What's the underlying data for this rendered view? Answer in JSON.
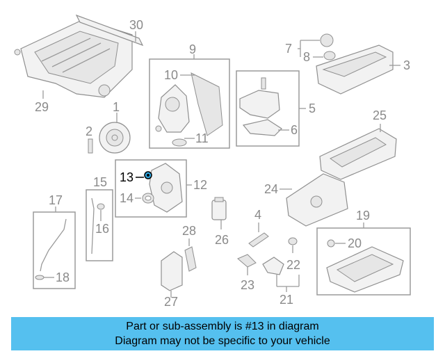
{
  "diagram": {
    "labels": {
      "l1": "1",
      "l2": "2",
      "l3": "3",
      "l4": "4",
      "l5": "5",
      "l6": "6",
      "l7": "7",
      "l8": "8",
      "l9": "9",
      "l10": "10",
      "l11": "11",
      "l12": "12",
      "l13": "13",
      "l14": "14",
      "l15": "15",
      "l16": "16",
      "l17": "17",
      "l18": "18",
      "l19": "19",
      "l20": "20",
      "l21": "21",
      "l22": "22",
      "l23": "23",
      "l24": "24",
      "l25": "25",
      "l26": "26",
      "l27": "27",
      "l28": "28",
      "l29": "29",
      "l30": "30"
    },
    "highlight_color": "#000000",
    "callout_color": "#8a8a8a"
  },
  "banner": {
    "line1": "Part or sub-assembly is #13 in diagram",
    "line2": "Diagram may not be specific to your vehicle",
    "background": "#55c0ef"
  }
}
